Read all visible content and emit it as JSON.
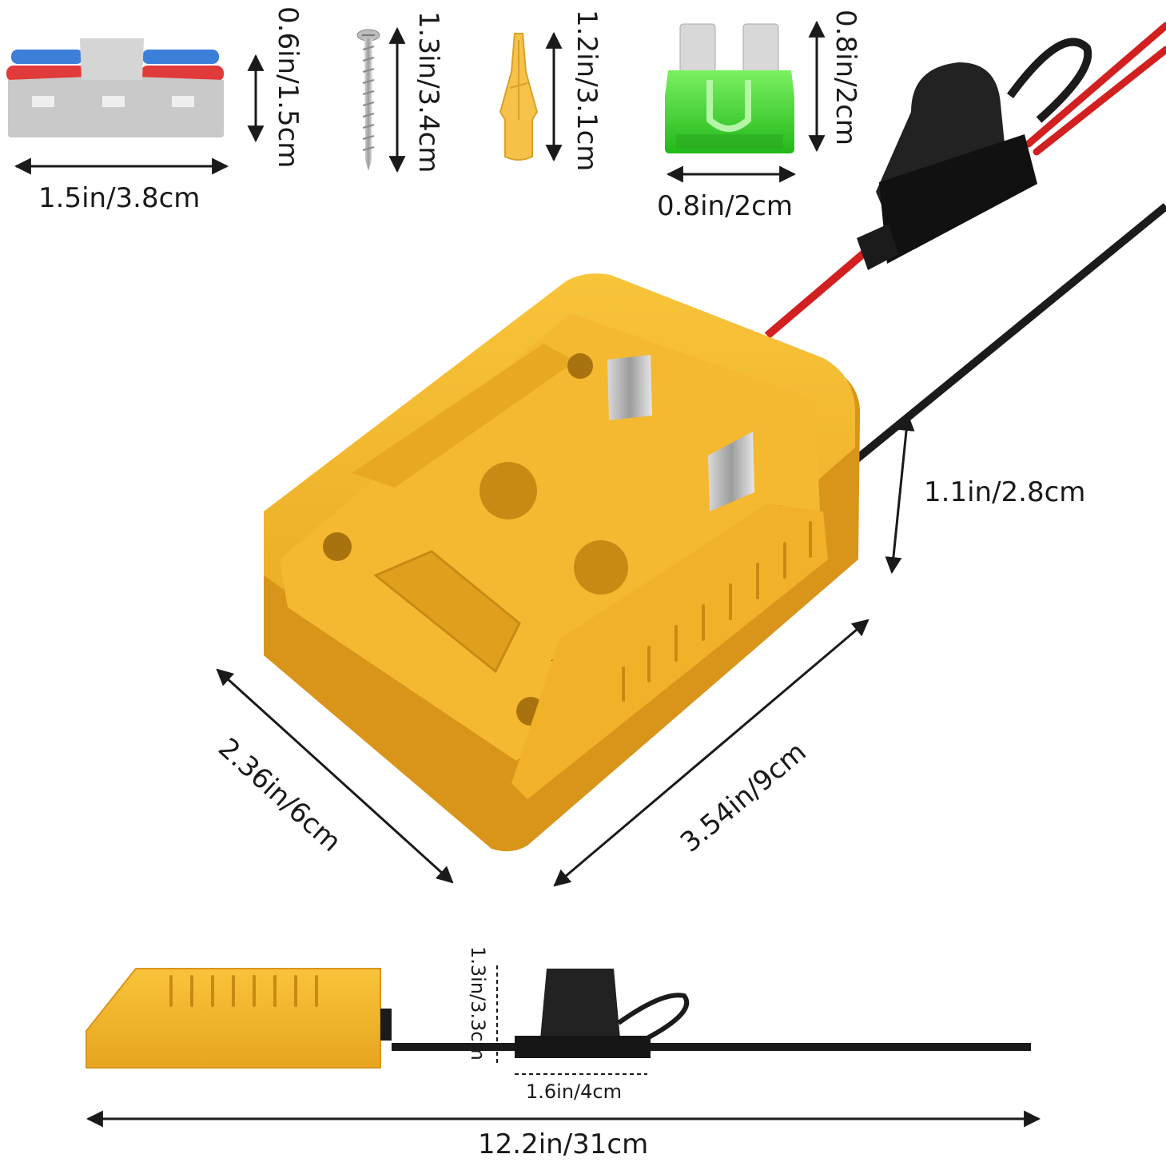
{
  "colors": {
    "housing": "#f2b42a",
    "housing_shadow": "#d9951a",
    "red_wire": "#d21f1f",
    "black_wire": "#1b1b1b",
    "fuse_green": "#3ddc2a",
    "connector_gray": "#c9c9c9",
    "connector_red": "#e03a3a",
    "connector_blue": "#3b7fd9",
    "anchor_yellow": "#f6c24a",
    "screw_silver": "#b9b9b9"
  },
  "icons": [
    "wire-connector-icon",
    "screw-icon",
    "wall-anchor-icon",
    "blade-fuse-icon",
    "fuse-holder-icon",
    "battery-adapter-icon",
    "double-arrow-icon"
  ],
  "labels": {
    "connector_width": "1.5in/3.8cm",
    "connector_height": "0.6in/1.5cm",
    "screw_length": "1.3in/3.4cm",
    "anchor_length": "1.2in/3.1cm",
    "fuse_height": "0.8in/2cm",
    "fuse_width": "0.8in/2cm",
    "adapter_height": "1.1in/2.8cm",
    "adapter_depth": "2.36in/6cm",
    "adapter_length": "3.54in/9cm",
    "holder_height": "1.3in/3.3cm",
    "holder_width": "1.6in/4cm",
    "total_length": "12.2in/31cm"
  }
}
